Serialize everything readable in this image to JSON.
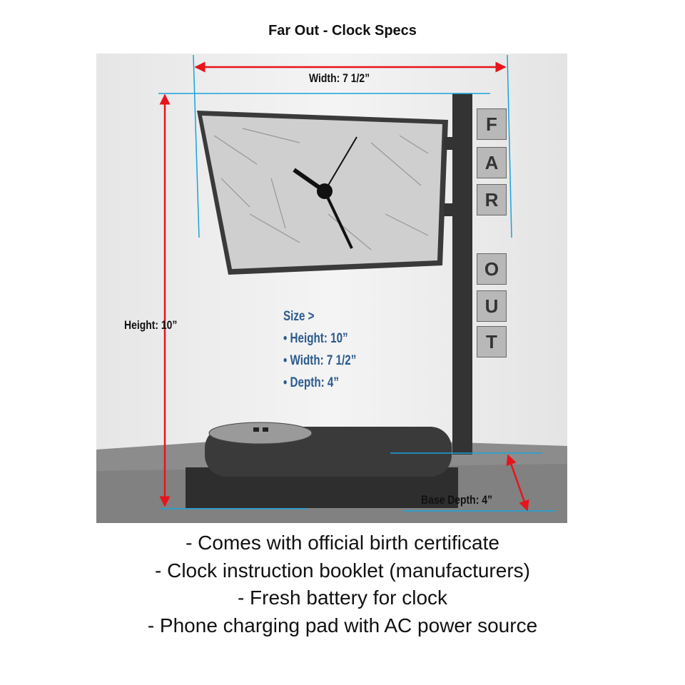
{
  "title": "Far Out - Clock Specs",
  "dimensions": {
    "width_label": "Width: 7 1/2”",
    "height_label": "Height: 10”",
    "base_depth_label": "Base Depth: 4”"
  },
  "size_box": {
    "heading": "Size >",
    "items": [
      "• Height: 10”",
      "• Width: 7 1/2”",
      "• Depth: 4”"
    ]
  },
  "tiles": {
    "top": [
      "F",
      "A",
      "R"
    ],
    "bottom": [
      "O",
      "U",
      "T"
    ]
  },
  "features": [
    "- Comes with official birth certificate",
    "- Clock instruction booklet (manufacturers)",
    "- Fresh battery for clock",
    "- Phone charging pad with AC power source"
  ],
  "colors": {
    "arrow": "#e8141b",
    "guide": "#1aa3dc",
    "size_text": "#2c5a8c"
  }
}
